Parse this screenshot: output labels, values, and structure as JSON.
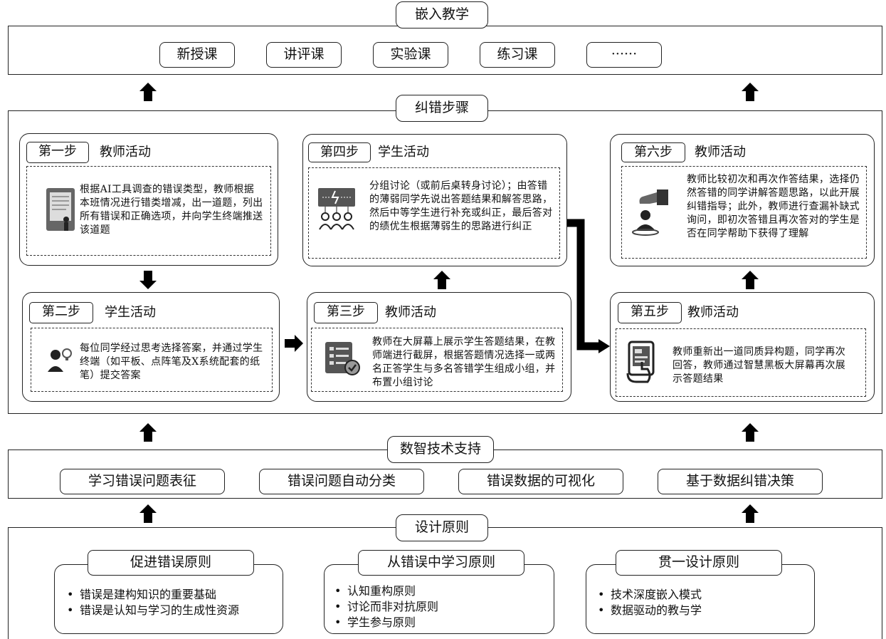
{
  "embed": {
    "title": "嵌入教学",
    "items": [
      "新授课",
      "讲评课",
      "实验课",
      "练习课",
      "······"
    ]
  },
  "steps_section": {
    "title": "纠错步骤",
    "step1": {
      "label": "第一步",
      "role": "教师活动",
      "text": "根据AI工具调查的错误类型，教师根据本班情况进行错类增减，出一道题，列出所有错误和正确选项，并向学生终端推送该道题",
      "icon": "tablet-reading-icon"
    },
    "step2": {
      "label": "第二步",
      "role": "学生活动",
      "text": "每位同学经过思考选择答案，并通过学生终端（如平板、点阵笔及X系统配套的纸笔）提交答案",
      "icon": "student-thinking-icon"
    },
    "step3": {
      "label": "第三步",
      "role": "教师活动",
      "text": "教师在大屏幕上展示学生答题结果，在教师端进行截屏，根据答题情况选择一或两名正答学生与多名答错学生组成小组，并布置小组讨论",
      "icon": "checklist-icon"
    },
    "step4": {
      "label": "第四步",
      "role": "学生活动",
      "text": "分组讨论（或前后桌转身讨论）；由答错的薄弱同学先说出答题结果和解答思路，然后中等学生进行补充或纠正，最后答对的绩优生根据薄弱生的思路进行纠正",
      "icon": "group-discussion-icon"
    },
    "step5": {
      "label": "第五步",
      "role": "教师活动",
      "text": "教师重新出一道同质异构题，同学再次回答，教师通过智慧黑板大屏幕再次展示答题结果",
      "icon": "tablet-touch-icon"
    },
    "step6": {
      "label": "第六步",
      "role": "教师活动",
      "text": "教师比较初次和再次作答结果，选择仍然答错的同学讲解答题思路，以此开展纠错指导；此外，教师进行查漏补缺式询问，即初次答错且再次答对的学生是否在同学帮助下获得了理解",
      "icon": "hand-pick-person-icon"
    }
  },
  "tech": {
    "title": "数智技术支持",
    "items": [
      "学习错误问题表征",
      "错误问题自动分类",
      "错误数据的可视化",
      "基于数据纠错决策"
    ]
  },
  "principles": {
    "title": "设计原则",
    "groups": [
      {
        "title": "促进错误原则",
        "bullets": [
          "错误是建构知识的重要基础",
          "错误是认知与学习的生成性资源"
        ]
      },
      {
        "title": "从错误中学习原则",
        "bullets": [
          "认知重构原则",
          "讨论而非对抗原则",
          "学生参与原则"
        ]
      },
      {
        "title": "贯一设计原则",
        "bullets": [
          "技术深度嵌入模式",
          "数据驱动的教与学"
        ]
      }
    ]
  }
}
